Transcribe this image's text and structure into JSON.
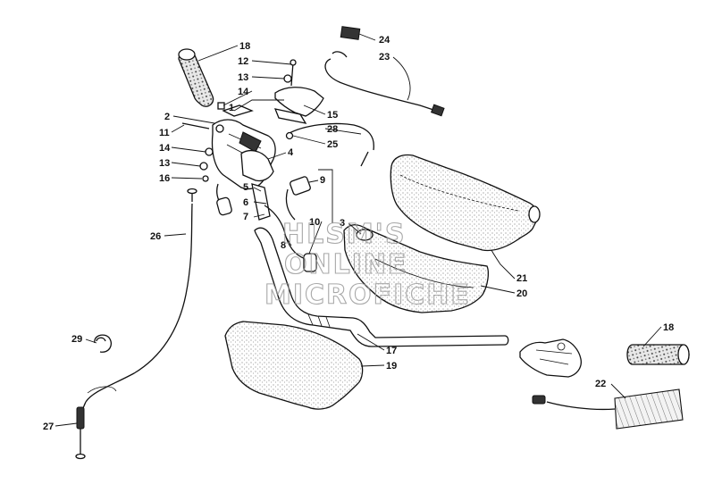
{
  "watermark": {
    "line1": "HLSM'S",
    "line2": "ONLINE",
    "line3": "MICROFICHE"
  },
  "parts": {
    "p1": "1",
    "p2": "2",
    "p3": "3",
    "p4": "4",
    "p5": "5",
    "p6": "6",
    "p7": "7",
    "p8": "8",
    "p9": "9",
    "p10": "10",
    "p11": "11",
    "p12": "12",
    "p13a": "13",
    "p13b": "13",
    "p14a": "14",
    "p14b": "14",
    "p15": "15",
    "p16": "16",
    "p17": "17",
    "p18a": "18",
    "p18b": "18",
    "p19": "19",
    "p20": "20",
    "p21": "21",
    "p22": "22",
    "p23": "23",
    "p24": "24",
    "p25": "25",
    "p26": "26",
    "p27": "27",
    "p28": "28",
    "p29": "29"
  }
}
